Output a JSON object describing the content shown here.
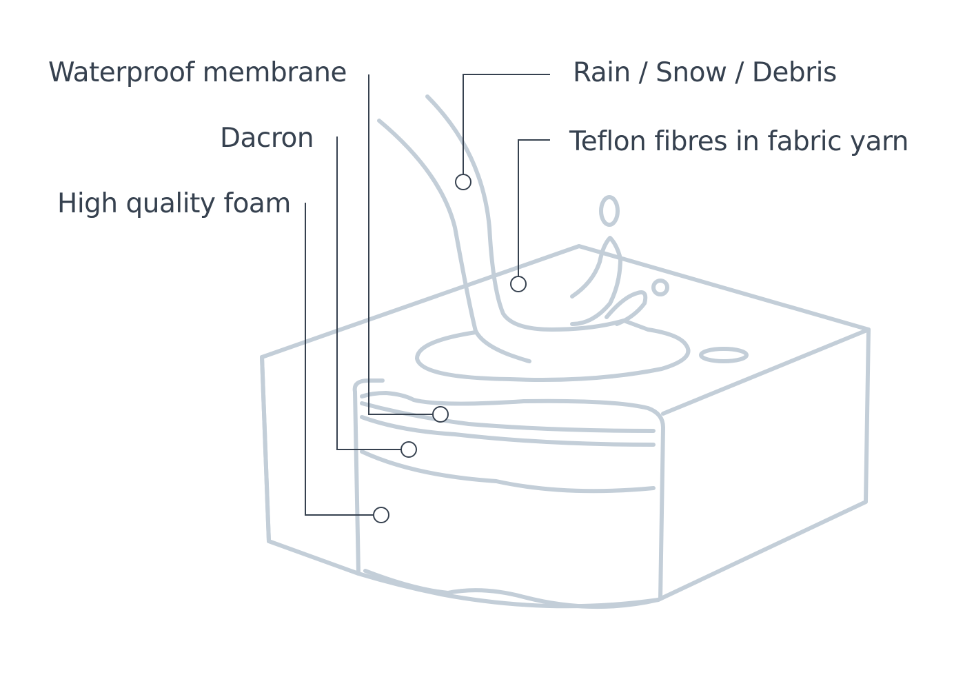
{
  "labels": {
    "waterproof_membrane": "Waterproof membrane",
    "dacron": "Dacron",
    "high_quality_foam": "High quality foam",
    "rain_snow_debris": "Rain / Snow / Debris",
    "teflon_fibres": "Teflon fibres in fabric yarn"
  },
  "colors": {
    "text": "#36414f",
    "leader_line": "#36414f",
    "illustration_stroke": "#c3ced8",
    "background": "#ffffff"
  }
}
